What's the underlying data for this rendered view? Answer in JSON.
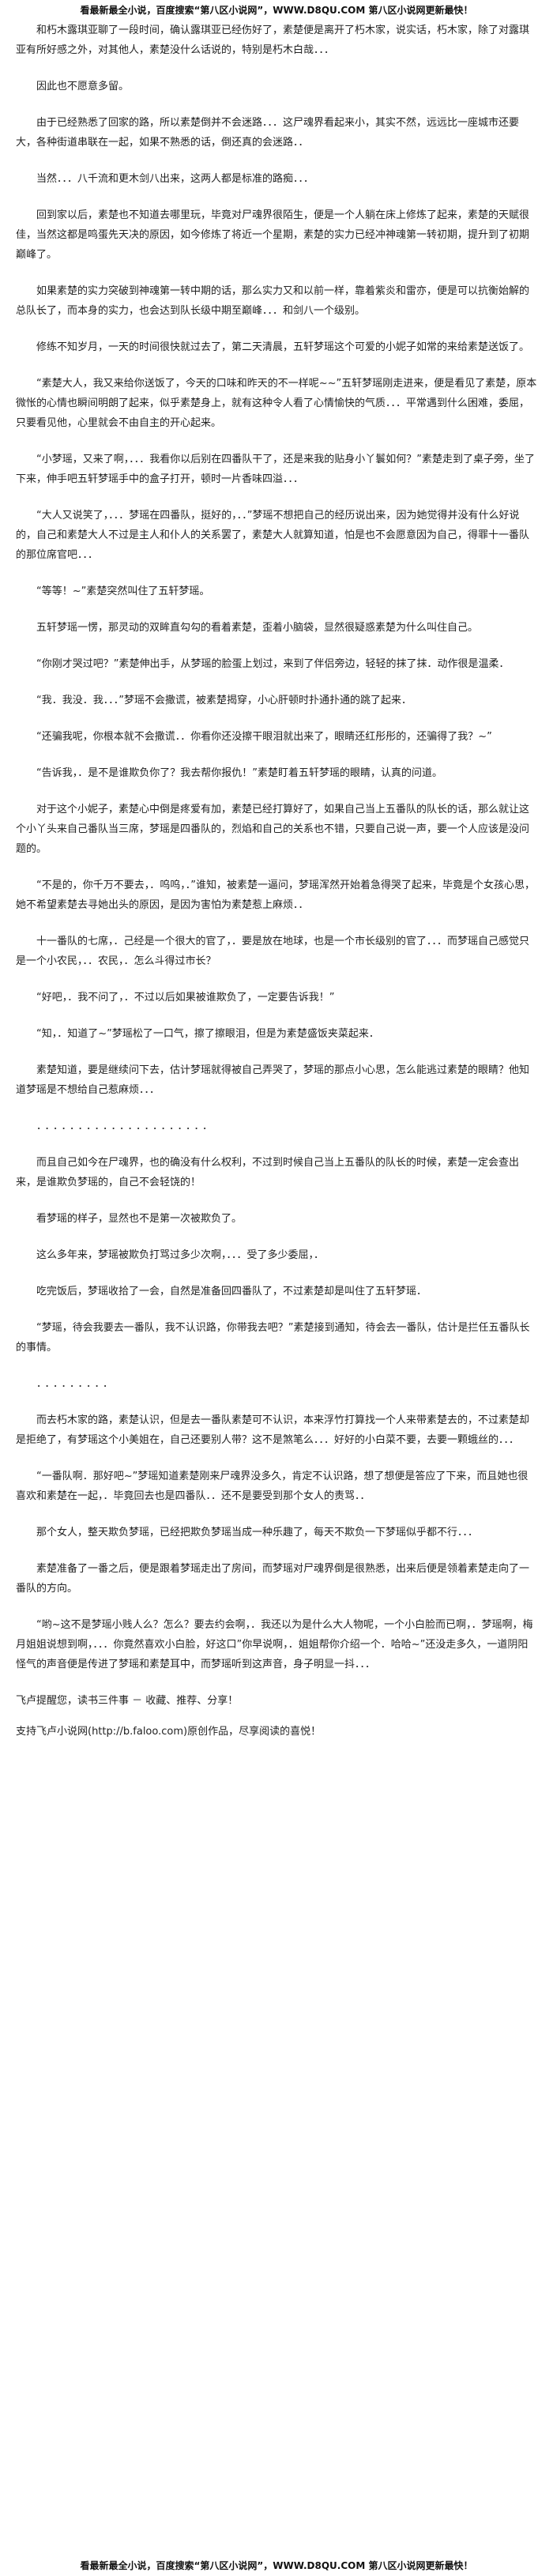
{
  "banner": {
    "top": "看最新最全小说，百度搜索“第八区小说网”，WWW.D8QU.COM 第八区小说网更新最快！",
    "bottom": "看最新最全小说，百度搜索“第八区小说网”，WWW.D8QU.COM 第八区小说网更新最快！"
  },
  "paragraphs": [
    "和朽木露琪亚聊了一段时间，确认露琪亚已经伤好了，素楚便是离开了朽木家，说实话，朽木家，除了对露琪亚有所好感之外，对其他人，素楚没什么话说的，特别是朽木白哉．．．",
    "因此也不愿意多留。",
    "由于已经熟悉了回家的路，所以素楚倒并不会迷路．．．这尸魂界看起来小，其实不然，远远比一座城市还要大，各种街道串联在一起，如果不熟悉的话，倒还真的会迷路．．",
    "当然．．．八千流和更木剑八出来，这两人都是标准的路痴．．．",
    "回到家以后，素楚也不知道去哪里玩，毕竟对尸魂界很陌生，便是一个人躺在床上修炼了起来，素楚的天赋很佳，当然这都是鸣蛋先天决的原因，如今修炼了将近一个星期，素楚的实力已经冲神魂第一转初期，提升到了初期巅峰了。",
    "如果素楚的实力突破到神魂第一转中期的话，那么实力又和以前一样，靠着紫炎和雷亦，便是可以抗衡始解的总队长了，而本身的实力，也会达到队长级中期至巅峰．．．和剑八一个级别。",
    "修练不知岁月，一天的时间很快就过去了，第二天清晨，五轩梦瑶这个可爱的小妮子如常的来给素楚送饭了。",
    "“素楚大人，我又来给你送饭了，今天的口味和昨天的不一样呢~~”五轩梦瑶刚走进来，便是看见了素楚，原本微怅的心情也瞬间明朗了起来，似乎素楚身上，就有这种令人看了心情愉快的气质．．．平常遇到什么困难，委屈，只要看见他，心里就会不由自主的开心起来。",
    "“小梦瑶，又来了啊，．．．我看你以后别在四番队干了，还是来我的贴身小丫鬟如何？”素楚走到了桌子旁，坐了下来，伸手吧五轩梦瑶手中的盒子打开，顿时一片香味四溢．．．",
    "“大人又说笑了，．．．梦瑶在四番队，挺好的，．．”梦瑶不想把自己的经历说出来，因为她觉得并没有什么好说的，自己和素楚大人不过是主人和仆人的关系罢了，素楚大人就算知道，怕是也不会愿意因为自己，得罪十一番队的那位席官吧．．．",
    "“等等！~”素楚突然叫住了五轩梦瑶。",
    "五轩梦瑶一愣，那灵动的双眸直勾勾的看着素楚，歪着小脑袋，显然很疑惑素楚为什么叫住自己。",
    "“你刚才哭过吧？”素楚伸出手，从梦瑶的脸蛋上划过，来到了伴侣旁边，轻轻的抹了抹．动作很是温柔．",
    "“我．我没．我．．．”梦瑶不会撒谎，被素楚揭穿，小心肝顿时扑通扑通的跳了起来．",
    "“还骗我呢，你根本就不会撒谎．．你看你还没擦干眼泪就出来了，眼睛还红彤彤的，还骗得了我？~”",
    "“告诉我，．是不是谁欺负你了？我去帮你报仇！”素楚盯着五轩梦瑶的眼睛，认真的问道。",
    "对于这个小妮子，素楚心中倒是疼爱有加，素楚已经打算好了，如果自己当上五番队的队长的话，那么就让这个小丫头来自己番队当三席，梦瑶是四番队的，烈焰和自己的关系也不错，只要自己说一声，要一个人应该是没问题的。",
    "“不是的，你千万不要去，．呜呜，．”谁知，被素楚一逼问，梦瑶浑然开始着急得哭了起来，毕竟是个女孩心思，她不希望素楚去寻她出头的原因，是因为害怕为素楚惹上麻烦．．",
    "十一番队的七席，．己经是一个很大的官了，．要是放在地球，也是一个市长级别的官了．．．而梦瑶自己感觉只是一个小农民，．．农民，．怎么斗得过市长？",
    "“好吧，．我不问了，．不过以后如果被谁欺负了，一定要告诉我！”",
    "“知，．知道了~”梦瑶松了一口气，擦了擦眼泪，但是为素楚盛饭夹菜起来．",
    "素楚知道，要是继续问下去，估计梦瑶就得被自己弄哭了，梦瑶的那点小心思，怎么能逃过素楚的眼睛？他知道梦瑶是不想给自己惹麻烦．．．",
    "而且自己如今在尸魂界，也的确没有什么权利，不过到时候自己当上五番队的队长的时候，素楚一定会查出来，是谁欺负梦瑶的，自己不会轻饶的！",
    "看梦瑶的样子，显然也不是第一次被欺负了。",
    "这么多年来，梦瑶被欺负打骂过多少次啊，．．．受了多少委屈，．",
    "吃完饭后，梦瑶收拾了一会，自然是准备回四番队了，不过素楚却是叫住了五轩梦瑶．",
    "“梦瑶，待会我要去一番队，我不认识路，你带我去吧？”素楚接到通知，待会去一番队，估计是拦任五番队长的事情。",
    "而去朽木家的路，素楚认识，但是去一番队素楚可不认识，本来浮竹打算找一个人来带素楚去的，不过素楚却是拒绝了，有梦瑶这个小美姐在，自己还要别人带？这不是煞笔么．．．好好的小白菜不要，去要一颗蛾丝的．．．",
    "“一番队啊．那好吧~”梦瑶知道素楚刚来尸魂界没多久，肯定不认识路，想了想便是答应了下来，而且她也很喜欢和素楚在一起，．毕竟回去也是四番队．．还不是要受到那个女人的责骂．．",
    "那个女人，整天欺负梦瑶，已经把欺负梦瑶当成一种乐趣了，每天不欺负一下梦瑶似乎都不行．．．",
    "素楚准备了一番之后，便是跟着梦瑶走出了房间，而梦瑶对尸魂界倒是很熟悉，出来后便是领着素楚走向了一番队的方向。",
    "“哟~这不是梦瑶小贱人么？怎么？要去约会啊，．我还以为是什么大人物呢，一个小白脸而已啊，．梦瑶啊，梅月姐姐说想到啊，．．．你竟然喜欢小白脸，好这口”你早说啊，．姐姐帮你介绍一个．哈哈~”还没走多久，一道阴阳怪气的声音便是传进了梦瑶和素楚耳中，而梦瑶听到这声音，身子明显一抖．．．"
  ],
  "separators": [
    "．．．．．．．．．．．．．．．．．．．．．",
    "．．．．．．．．．"
  ],
  "footer": {
    "author_note": "飞卢提醒您，读书三件事 － 收藏、推荐、分享！",
    "support_note": "支持飞卢小说网(http://b.faloo.com)原创作品，尽享阅读的喜悦！"
  }
}
